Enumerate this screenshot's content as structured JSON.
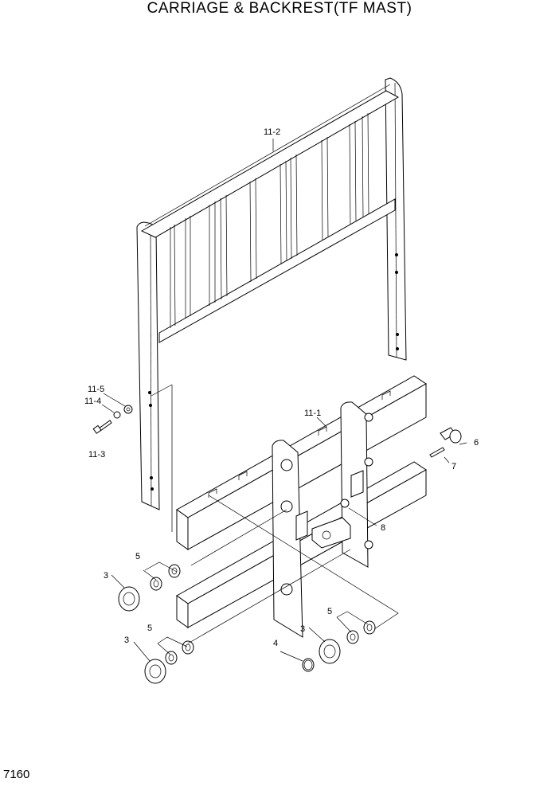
{
  "title": "CARRIAGE & BACKREST(TF MAST)",
  "page_number": "7160",
  "callouts": {
    "backrest": "11-2",
    "carriage": "11-1",
    "washer_top": "11-5",
    "lockwasher_top": "11-4",
    "bolt_top": "11-3",
    "shim_left_upper": "5",
    "roller_left_upper": "3",
    "shim_left_lower": "5",
    "roller_left_lower": "3",
    "snap_ring": "4",
    "roller_right": "3",
    "shim_right": "5",
    "side_roller": "6",
    "pin": "7",
    "nut": "8"
  }
}
